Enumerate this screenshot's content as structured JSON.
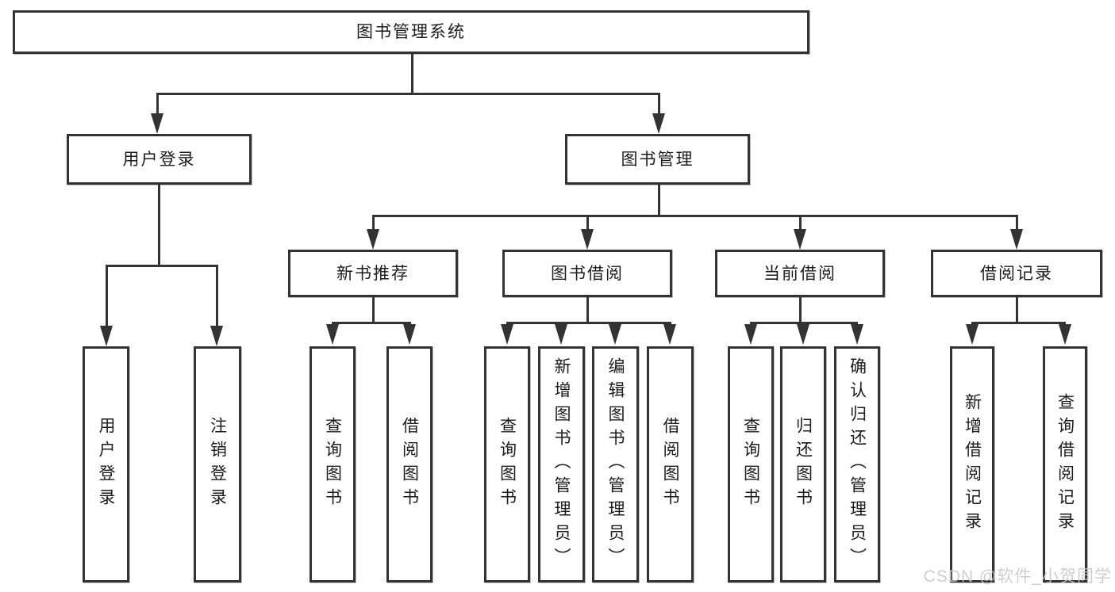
{
  "nodes": {
    "root": {
      "label": "图书管理系统"
    },
    "branches": [
      {
        "label": "用户登录",
        "children": [
          {
            "label": "用户登录"
          },
          {
            "label": "注销登录"
          }
        ]
      },
      {
        "label": "图书管理",
        "children": [
          {
            "label": "新书推荐",
            "children": [
              {
                "label": "查询图书"
              },
              {
                "label": "借阅图书"
              }
            ]
          },
          {
            "label": "图书借阅",
            "children": [
              {
                "label": "查询图书"
              },
              {
                "label": "新增图书（管理员）"
              },
              {
                "label": "编辑图书（管理员）"
              },
              {
                "label": "借阅图书"
              }
            ]
          },
          {
            "label": "当前借阅",
            "children": [
              {
                "label": "查询图书"
              },
              {
                "label": "归还图书"
              },
              {
                "label": "确认归还（管理员）"
              }
            ]
          },
          {
            "label": "借阅记录",
            "children": [
              {
                "label": "新增借阅记录"
              },
              {
                "label": "查询借阅记录"
              }
            ]
          }
        ]
      }
    ]
  },
  "watermark": "CSDN @软件_小贺同学",
  "colors": {
    "line": "#333333",
    "text": "#1c1c1c",
    "watermark": "#c9c9c9",
    "background": "#ffffff"
  }
}
